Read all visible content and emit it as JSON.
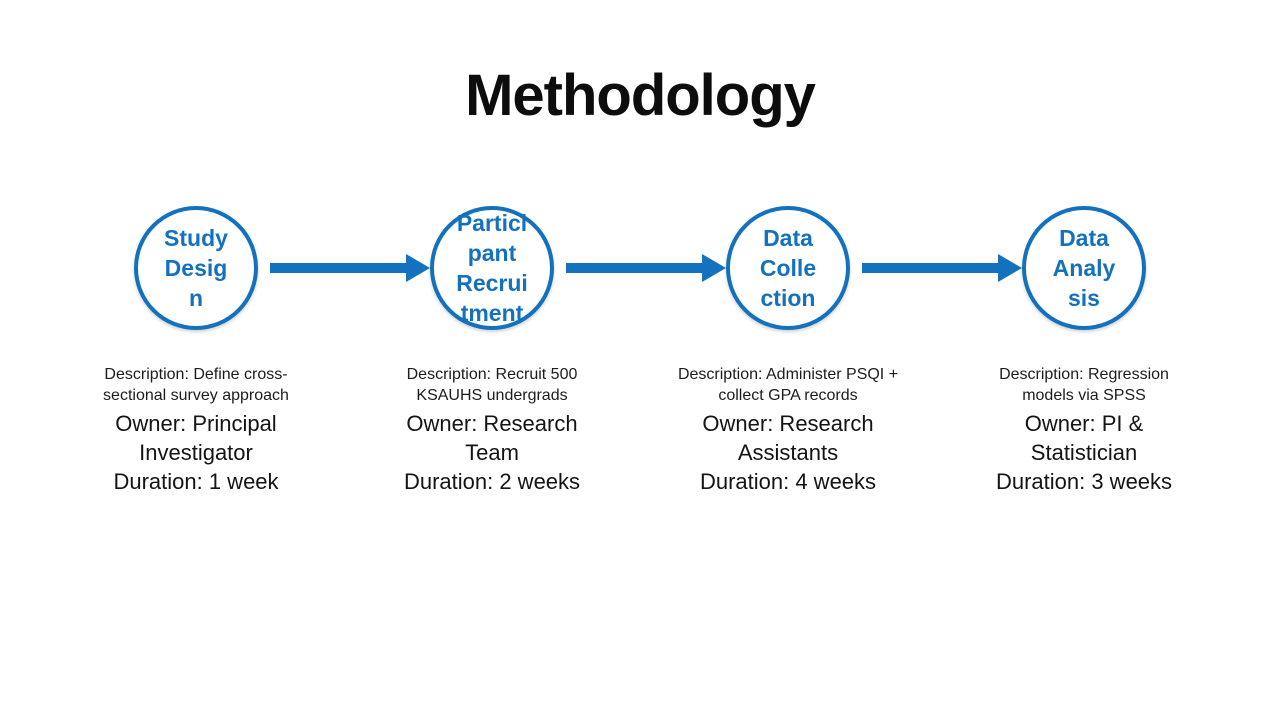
{
  "slide": {
    "title": "Methodology",
    "colors": {
      "accent_blue": "#1471BE",
      "text_dark": "#141414",
      "background": "#FFFFFF"
    },
    "stages": [
      {
        "circle_text": "Study\nDesig\nn",
        "description": "Description: Define cross-\nsectional survey approach",
        "owner": "Owner: Principal\nInvestigator",
        "duration": "Duration: 1 week"
      },
      {
        "circle_text": "Partici\npant\nRecrui\ntment",
        "description": "Description: Recruit 500\nKSAUHS undergrads",
        "owner": "Owner: Research\nTeam",
        "duration": "Duration: 2 weeks"
      },
      {
        "circle_text": "Data\nColle\nction",
        "description": "Description: Administer PSQI +\ncollect GPA records",
        "owner": "Owner: Research\nAssistants",
        "duration": "Duration: 4 weeks"
      },
      {
        "circle_text": "Data\nAnaly\nsis",
        "description": "Description: Regression\nmodels via SPSS",
        "owner": "Owner: PI &\nStatistician",
        "duration": "Duration: 3 weeks"
      }
    ]
  }
}
